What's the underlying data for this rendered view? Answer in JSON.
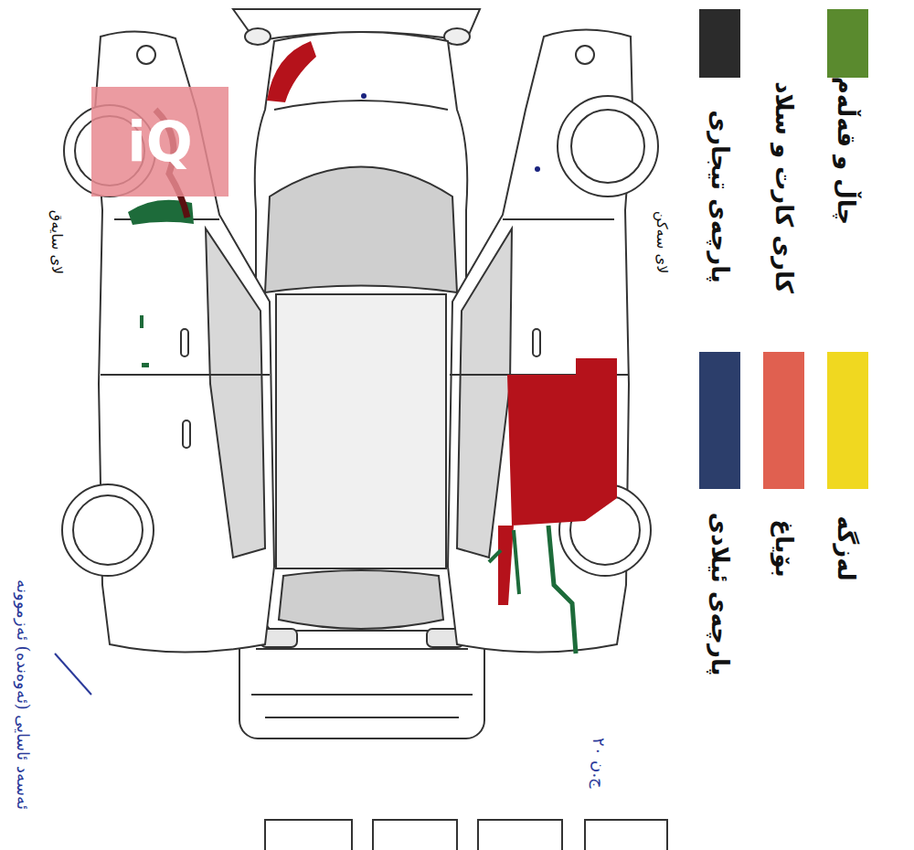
{
  "diagram": {
    "labels": [
      "کاری کارت و سلاد",
      "لای سایەق",
      "لای سەکن",
      "iQ",
      "ئەسەد ئاسایی (ئەوەندە) ئەزموونە",
      "ج.ن ٢٠"
    ],
    "legend": [
      {
        "text": "چاڵ و قەڵەم",
        "color": "#5a8a2e"
      },
      {
        "text": "پارچەی تیجاری",
        "color": "#2b2b2b"
      },
      {
        "text": "لەزگە",
        "color": "#f0d820"
      },
      {
        "text": "بۆیاغ",
        "color": "#e06050"
      },
      {
        "text": "پارچەی ئیلادی",
        "color": "#2c3e6b"
      }
    ]
  }
}
